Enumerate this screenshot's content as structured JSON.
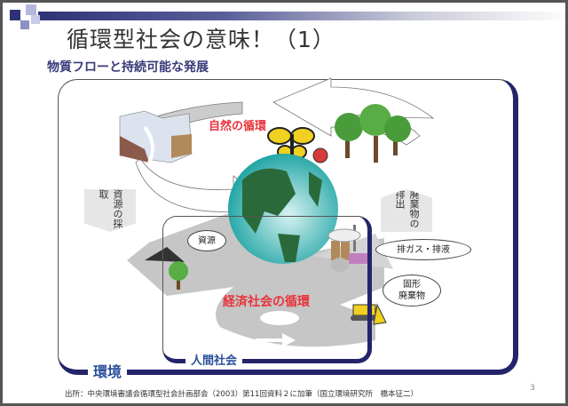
{
  "slide": {
    "title": "循環型社会の意味！（1）",
    "subtitle": "物質フローと持続可能な発展",
    "nature_cycle": "自然の循環",
    "economy_cycle": "経済社会の循環",
    "environment_label": "環境",
    "society_label": "人間社会",
    "resource_extraction": "資源の採取",
    "waste_discharge": "廃棄物の排出",
    "bubble_resources": "資源",
    "bubble_gas": "排ガス・排液",
    "bubble_solid_line1": "固形",
    "bubble_solid_line2": "廃棄物",
    "footer": "出所：中央環境審議会循環型社会計画部会（2003）第11回資料２に加筆（国立環境研究所　橋本征二）",
    "page_number": "3"
  },
  "colors": {
    "navy": "#23246a",
    "label_blue": "#2a4f9c",
    "red": "#e8343c"
  }
}
